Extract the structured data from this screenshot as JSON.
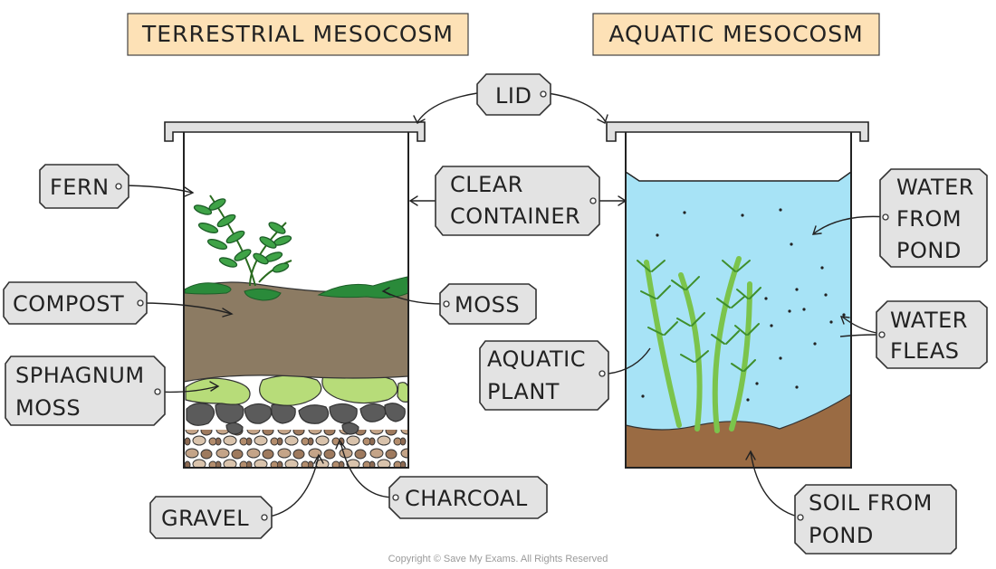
{
  "titles": {
    "terrestrial": "TERRESTRIAL  MESOCOSM",
    "aquatic": "AQUATIC  MESOCOSM"
  },
  "labels": {
    "lid": "LID",
    "fern": "FERN",
    "clear_container": [
      "CLEAR",
      "CONTAINER"
    ],
    "compost": "COMPOST",
    "moss": "MOSS",
    "sphagnum_moss": [
      "SPHAGNUM",
      "MOSS"
    ],
    "gravel": "GRAVEL",
    "charcoal": "CHARCOAL",
    "water_from_pond": [
      "WATER",
      "FROM",
      "POND"
    ],
    "water_fleas": [
      "WATER",
      "FLEAS"
    ],
    "aquatic_plant": [
      "AQUATIC",
      "PLANT"
    ],
    "soil_from_pond": [
      "SOIL  FROM",
      "POND"
    ]
  },
  "footer": {
    "copyright": "Copyright © Save My Exams. All Rights Reserved"
  },
  "colors": {
    "title_bg": "#fde1b6",
    "tag_fill": "#e3e3e3",
    "compost": "#8c7b63",
    "moss": "#2a8a3a",
    "sphagnum": "#b7dc79",
    "charcoal": "#5b5b5b",
    "gravel": "#c4a488",
    "water": "#a7e3f6",
    "pond_soil": "#9a6b43",
    "plant": "#7bc44c"
  }
}
